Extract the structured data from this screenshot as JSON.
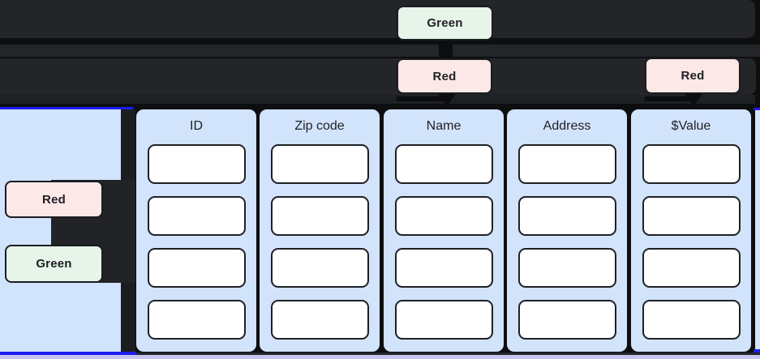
{
  "nodes": {
    "top_green": {
      "label": "Green"
    },
    "top_red_center": {
      "label": "Red"
    },
    "top_red_right": {
      "label": "Red"
    },
    "left_red": {
      "label": "Red"
    },
    "left_green": {
      "label": "Green"
    }
  },
  "table": {
    "columns": [
      {
        "label": "ID",
        "cells": [
          "",
          "",
          "",
          ""
        ]
      },
      {
        "label": "Zip code",
        "cells": [
          "",
          "",
          "",
          ""
        ]
      },
      {
        "label": "Name",
        "cells": [
          "",
          "",
          "",
          ""
        ]
      },
      {
        "label": "Address",
        "cells": [
          "",
          "",
          "",
          ""
        ]
      },
      {
        "label": "$Value",
        "cells": [
          "",
          "",
          "",
          ""
        ]
      }
    ]
  },
  "colors": {
    "green_badge": "#e6f4ea",
    "red_badge": "#fce8e6",
    "panel_blue": "#d2e3fc",
    "selection_blue": "#1c1cf0",
    "lavender_strip": "#c9c5f1",
    "dark_bar": "#232528",
    "canvas_background": "#0d0e10",
    "cell_border": "#1f2124",
    "text": "#202124"
  }
}
